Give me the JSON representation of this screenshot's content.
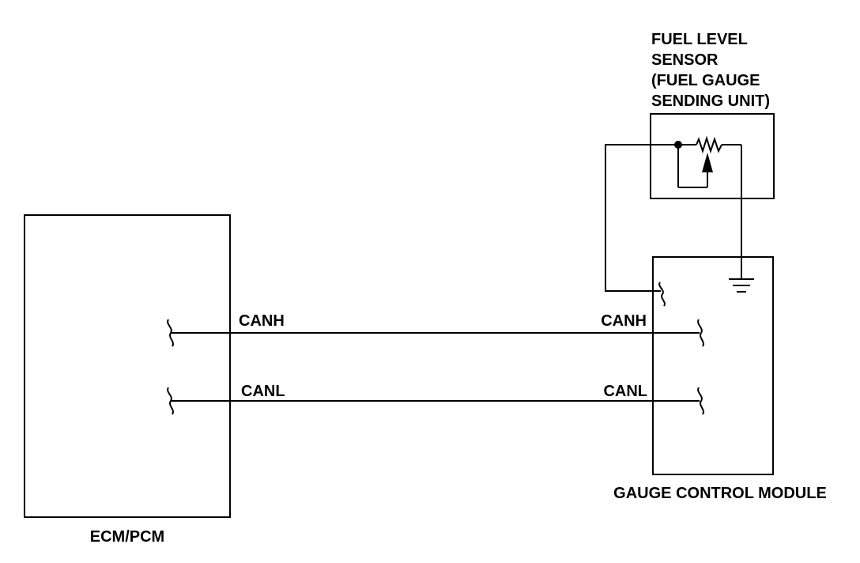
{
  "components": {
    "ecm": {
      "label": "ECM/PCM"
    },
    "gauge_module": {
      "label": "GAUGE CONTROL MODULE"
    },
    "fuel_sensor": {
      "label_lines": [
        "FUEL LEVEL",
        "SENSOR",
        "(FUEL GAUGE",
        "SENDING UNIT)"
      ]
    }
  },
  "wires": {
    "canh": {
      "left_label": "CANH",
      "right_label": "CANH"
    },
    "canl": {
      "left_label": "CANL",
      "right_label": "CANL"
    }
  },
  "icons": {
    "resistor": "variable-resistor-icon",
    "ground": "ground-icon",
    "connector": "connector-break-icon"
  }
}
